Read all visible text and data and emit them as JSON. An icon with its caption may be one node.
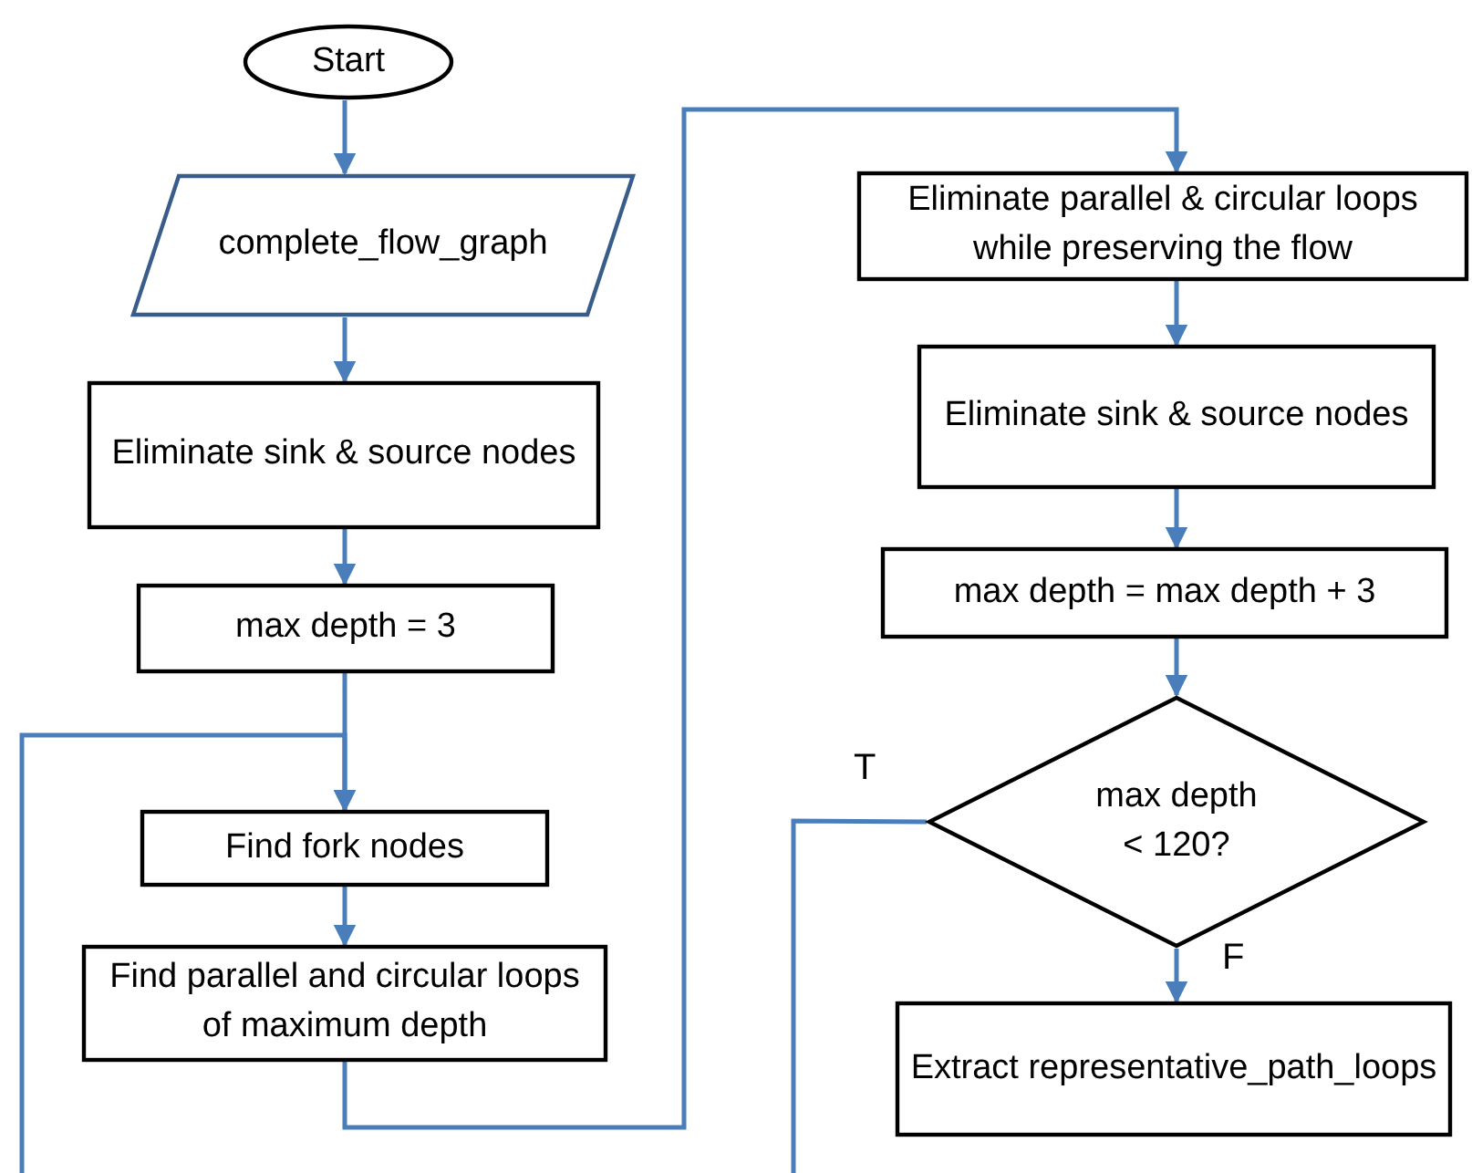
{
  "diagram": {
    "nodes": [
      {
        "text": [
          "Start"
        ]
      },
      {
        "text": [
          "complete_flow_graph"
        ]
      },
      {
        "text": [
          "Eliminate sink & source nodes"
        ]
      },
      {
        "text": [
          "max depth = 3"
        ]
      },
      {
        "text": [
          "Find fork nodes"
        ]
      },
      {
        "text": [
          "Find parallel and circular loops of maximum depth"
        ]
      },
      {
        "text": [
          "Eliminate parallel & circular loops while preserving the flow"
        ]
      },
      {
        "text": [
          "Eliminate sink & source nodes"
        ]
      },
      {
        "text": [
          "max depth = max depth + 3"
        ]
      },
      {
        "text": [
          "max depth < 120?"
        ]
      },
      {
        "text": [
          "Extract representative_path_loops"
        ]
      }
    ],
    "edges": [
      {
        "from": 0,
        "to": 1,
        "arrow": "to"
      },
      {
        "from": 1,
        "to": 2,
        "arrow": "to"
      },
      {
        "from": 2,
        "to": 3,
        "arrow": "to"
      },
      {
        "from": 3,
        "to": 4,
        "arrow": "to"
      },
      {
        "from": 4,
        "to": 5,
        "arrow": "to"
      },
      {
        "from": 5,
        "to": 6,
        "arrow": "to"
      },
      {
        "from": 6,
        "to": 7,
        "arrow": "to"
      },
      {
        "from": 7,
        "to": 8,
        "arrow": "to"
      },
      {
        "from": 8,
        "to": 9,
        "arrow": "to"
      },
      {
        "from": 9,
        "to": 10,
        "label": "F",
        "arrow": "to"
      },
      {
        "from": 9,
        "to": 4,
        "label": "T",
        "arrow": "to"
      }
    ]
  }
}
